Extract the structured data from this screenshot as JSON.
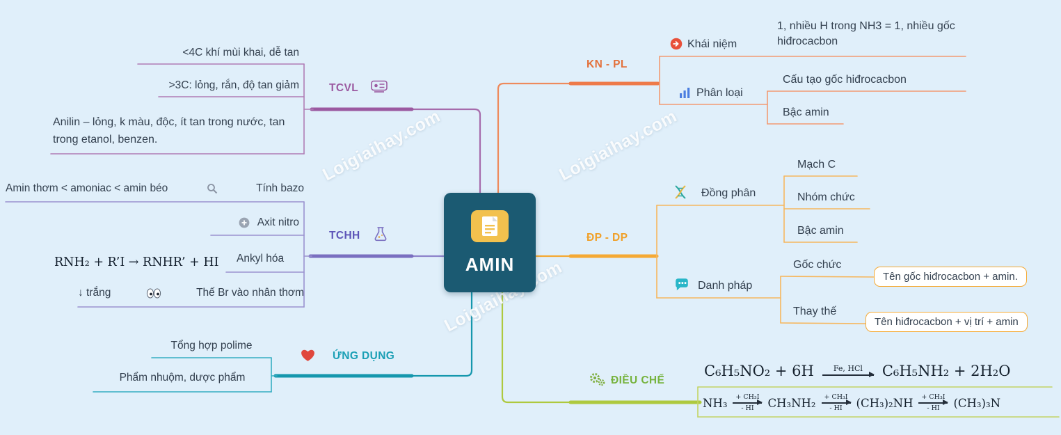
{
  "watermark": "Loigiaihay.com",
  "center": {
    "title": "AMIN"
  },
  "tcvl": {
    "label": "TCVL",
    "items": [
      "<4C khí mùi khai, dễ tan",
      ">3C: lỏng, rắn, độ tan giảm",
      "Anilin – lỏng, k màu, độc, ít tan trong nước, tan trong etanol, benzen."
    ]
  },
  "tchh": {
    "label": "TCHH",
    "bazo_left": "Amin thơm < amoniac < amin béo",
    "bazo_right": "Tính bazo",
    "axit": "Axit nitro",
    "equation": "RNH₂ + R’I →  RNHR’ + HI",
    "ankyl": "Ankyl hóa",
    "br_left": "↓ trắng",
    "br_right": "Thế Br vào nhân thơm"
  },
  "ungdung": {
    "label": "ỨNG DỤNG",
    "items": [
      "Tổng hợp polime",
      "Phẩm nhuộm, dược phẩm"
    ]
  },
  "knpl": {
    "label": "KN - PL",
    "khainiem": {
      "label": "Khái niệm",
      "desc": "1, nhiều H trong NH3 = 1, nhiều gốc hiđrocacbon"
    },
    "phanloai": {
      "label": "Phân loại",
      "items": [
        "Cấu tạo gốc hiđrocacbon",
        "Bậc amin"
      ]
    }
  },
  "dpdp": {
    "label": "ĐP - DP",
    "dongphan": {
      "label": "Đồng phân",
      "items": [
        "Mạch C",
        "Nhóm chức",
        "Bậc amin"
      ]
    },
    "danhphap": {
      "label": "Danh pháp",
      "goc": "Gốc chức",
      "goc_box": "Tên gốc hiđrocacbon + amin.",
      "thaythe": "Thay thế",
      "thaythe_box": "Tên hiđrocacbon + vị trí + amin"
    }
  },
  "dieuche": {
    "label": "ĐIỀU CHẾ",
    "eq1": {
      "lhs": "C₆H₅NO₂ + 6H",
      "arrow_top": "Fe, HCl",
      "rhs": "C₆H₅NH₂  +  2H₂O"
    },
    "eq2": {
      "t0": "NH₃",
      "t1": "CH₃NH₂",
      "t2": "(CH₃)₂NH",
      "t3": "(CH₃)₃N",
      "arrow_top": "+ CH₃I",
      "arrow_bottom": "- HI"
    }
  },
  "colors": {
    "tcvl": "#9b59a0",
    "tchh": "#6f63bd",
    "ungdung": "#1597ad",
    "knpl": "#e3703a",
    "dpdp": "#f0a028",
    "dieuche": "#76b33e"
  }
}
